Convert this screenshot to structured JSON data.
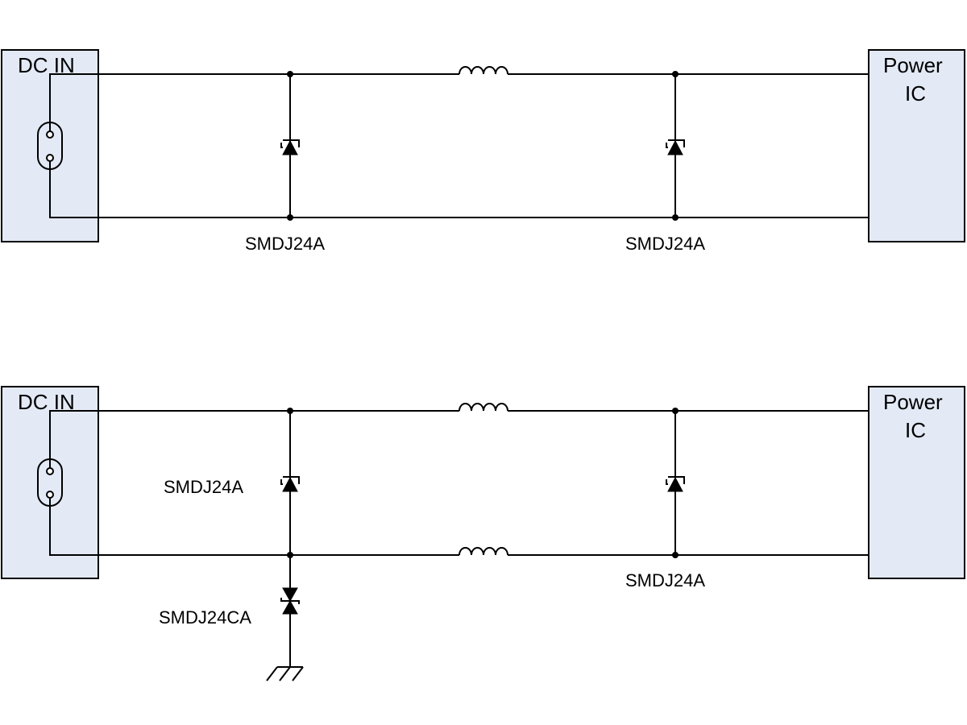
{
  "circuit_top": {
    "input_label": "DC IN",
    "output_label_line1": "Power",
    "output_label_line2": "IC",
    "tvs1_label": "SMDJ24A",
    "tvs2_label": "SMDJ24A"
  },
  "circuit_bottom": {
    "input_label": "DC IN",
    "output_label_line1": "Power",
    "output_label_line2": "IC",
    "tvs_left_label": "SMDJ24A",
    "tvs_right_label": "SMDJ24A",
    "tvs_ground_label": "SMDJ24CA"
  },
  "colors": {
    "box_fill": "#e3eaf6",
    "line": "#000000",
    "background": "#ffffff"
  }
}
